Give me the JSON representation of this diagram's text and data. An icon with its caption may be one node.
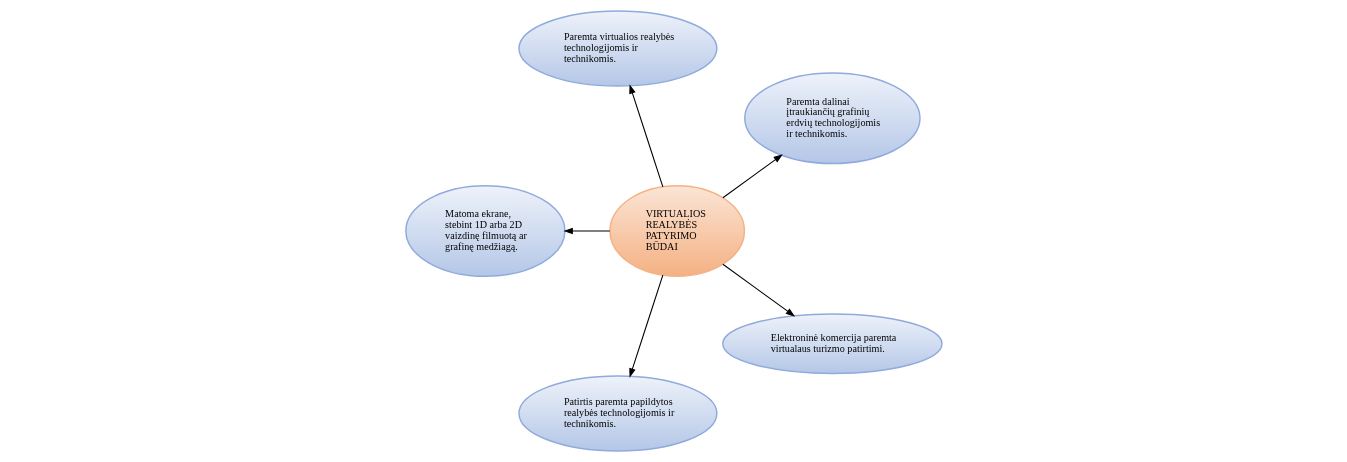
{
  "diagram": {
    "nodes": [
      {
        "text": [
          "VIRTUALIOS REALYBĖS PATYRIMO BŪDAI"
        ]
      },
      {
        "text": [
          "Paremta dalinai įtraukiančių grafinių erdvių technologijomis ir technikomis."
        ]
      },
      {
        "text": [
          "Paremta virtualios realybės technologijomis ir technikomis."
        ]
      },
      {
        "text": [
          "Matoma ekrane, stebint 1D arba 2D vaizdinę filmuotą ar grafinę medžiagą."
        ]
      },
      {
        "text": [
          "Patirtis paremta papildytos realybės technologijomis ir technikomis."
        ]
      },
      {
        "text": [
          "Elektroninė komercija paremta virtualaus turizmo patirtimi."
        ]
      }
    ],
    "edges": [
      {
        "from": 0,
        "to": 1,
        "arrow": "to"
      },
      {
        "from": 0,
        "to": 2,
        "arrow": "to"
      },
      {
        "from": 0,
        "to": 3,
        "arrow": "to"
      },
      {
        "from": 0,
        "to": 4,
        "arrow": "to"
      },
      {
        "from": 0,
        "to": 5,
        "arrow": "to"
      }
    ]
  }
}
